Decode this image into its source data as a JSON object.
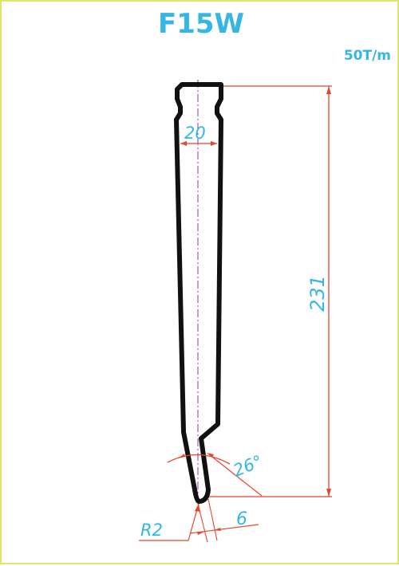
{
  "title": "F15W",
  "capacity": "50T/m",
  "dimensions": {
    "width": "20",
    "height": "231",
    "angle": "26°",
    "radius": "R2",
    "tip_width": "6"
  },
  "colors": {
    "accent": "#35b6e5",
    "dimension_lines": "#e8462c",
    "outline": "#111111",
    "centerline": "#8a3aa6",
    "frame": "#dfe46a"
  }
}
